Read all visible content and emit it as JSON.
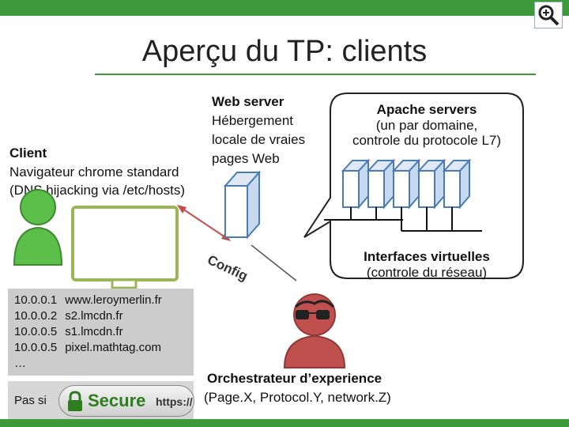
{
  "title": "Aperçu du TP: clients",
  "client": {
    "heading": "Client",
    "line1": "Navigateur chrome standard",
    "line2": "(DNS hijacking via /etc/hosts)"
  },
  "web_server": {
    "heading": "Web server",
    "line1": "Hébergement",
    "line2": "locale de vraies",
    "line3": "pages Web"
  },
  "apache": {
    "heading": "Apache servers",
    "line1": "(un par domaine,",
    "line2": "controle du protocole L7)"
  },
  "interfaces": {
    "heading": "Interfaces virtuelles",
    "line1": "(controle du réseau)"
  },
  "config_label": "Config",
  "hosts": [
    {
      "ip": "10.0.0.1",
      "host": "www.leroymerlin.fr"
    },
    {
      "ip": "10.0.0.2",
      "host": "s2.lmcdn.fr"
    },
    {
      "ip": "10.0.0.5",
      "host": "s1.lmcdn.fr"
    },
    {
      "ip": "10.0.0.5",
      "host": "pixel.mathtag.com"
    },
    {
      "ip": "…",
      "host": ""
    }
  ],
  "pas_si_label": "Pas si",
  "secure_badge": {
    "word": "Secure",
    "scheme": "https://"
  },
  "orchestrator": {
    "heading": "Orchestrateur d’experience",
    "line1": "(Page.X, Protocol.Y, network.Z)"
  },
  "colors": {
    "brand_green": "#3d9a3a",
    "client_green": "#5cbf4a",
    "monitor_outline": "#9bb65a",
    "server_blue": "#4a7ab8",
    "orchestrator_red": "#c0504d",
    "arrow_red": "#c0504d"
  },
  "icons": [
    "zoom-icon",
    "client-person-icon",
    "monitor-icon",
    "web-server-icon",
    "apache-server-icon",
    "orchestrator-person-icon",
    "lock-icon"
  ]
}
